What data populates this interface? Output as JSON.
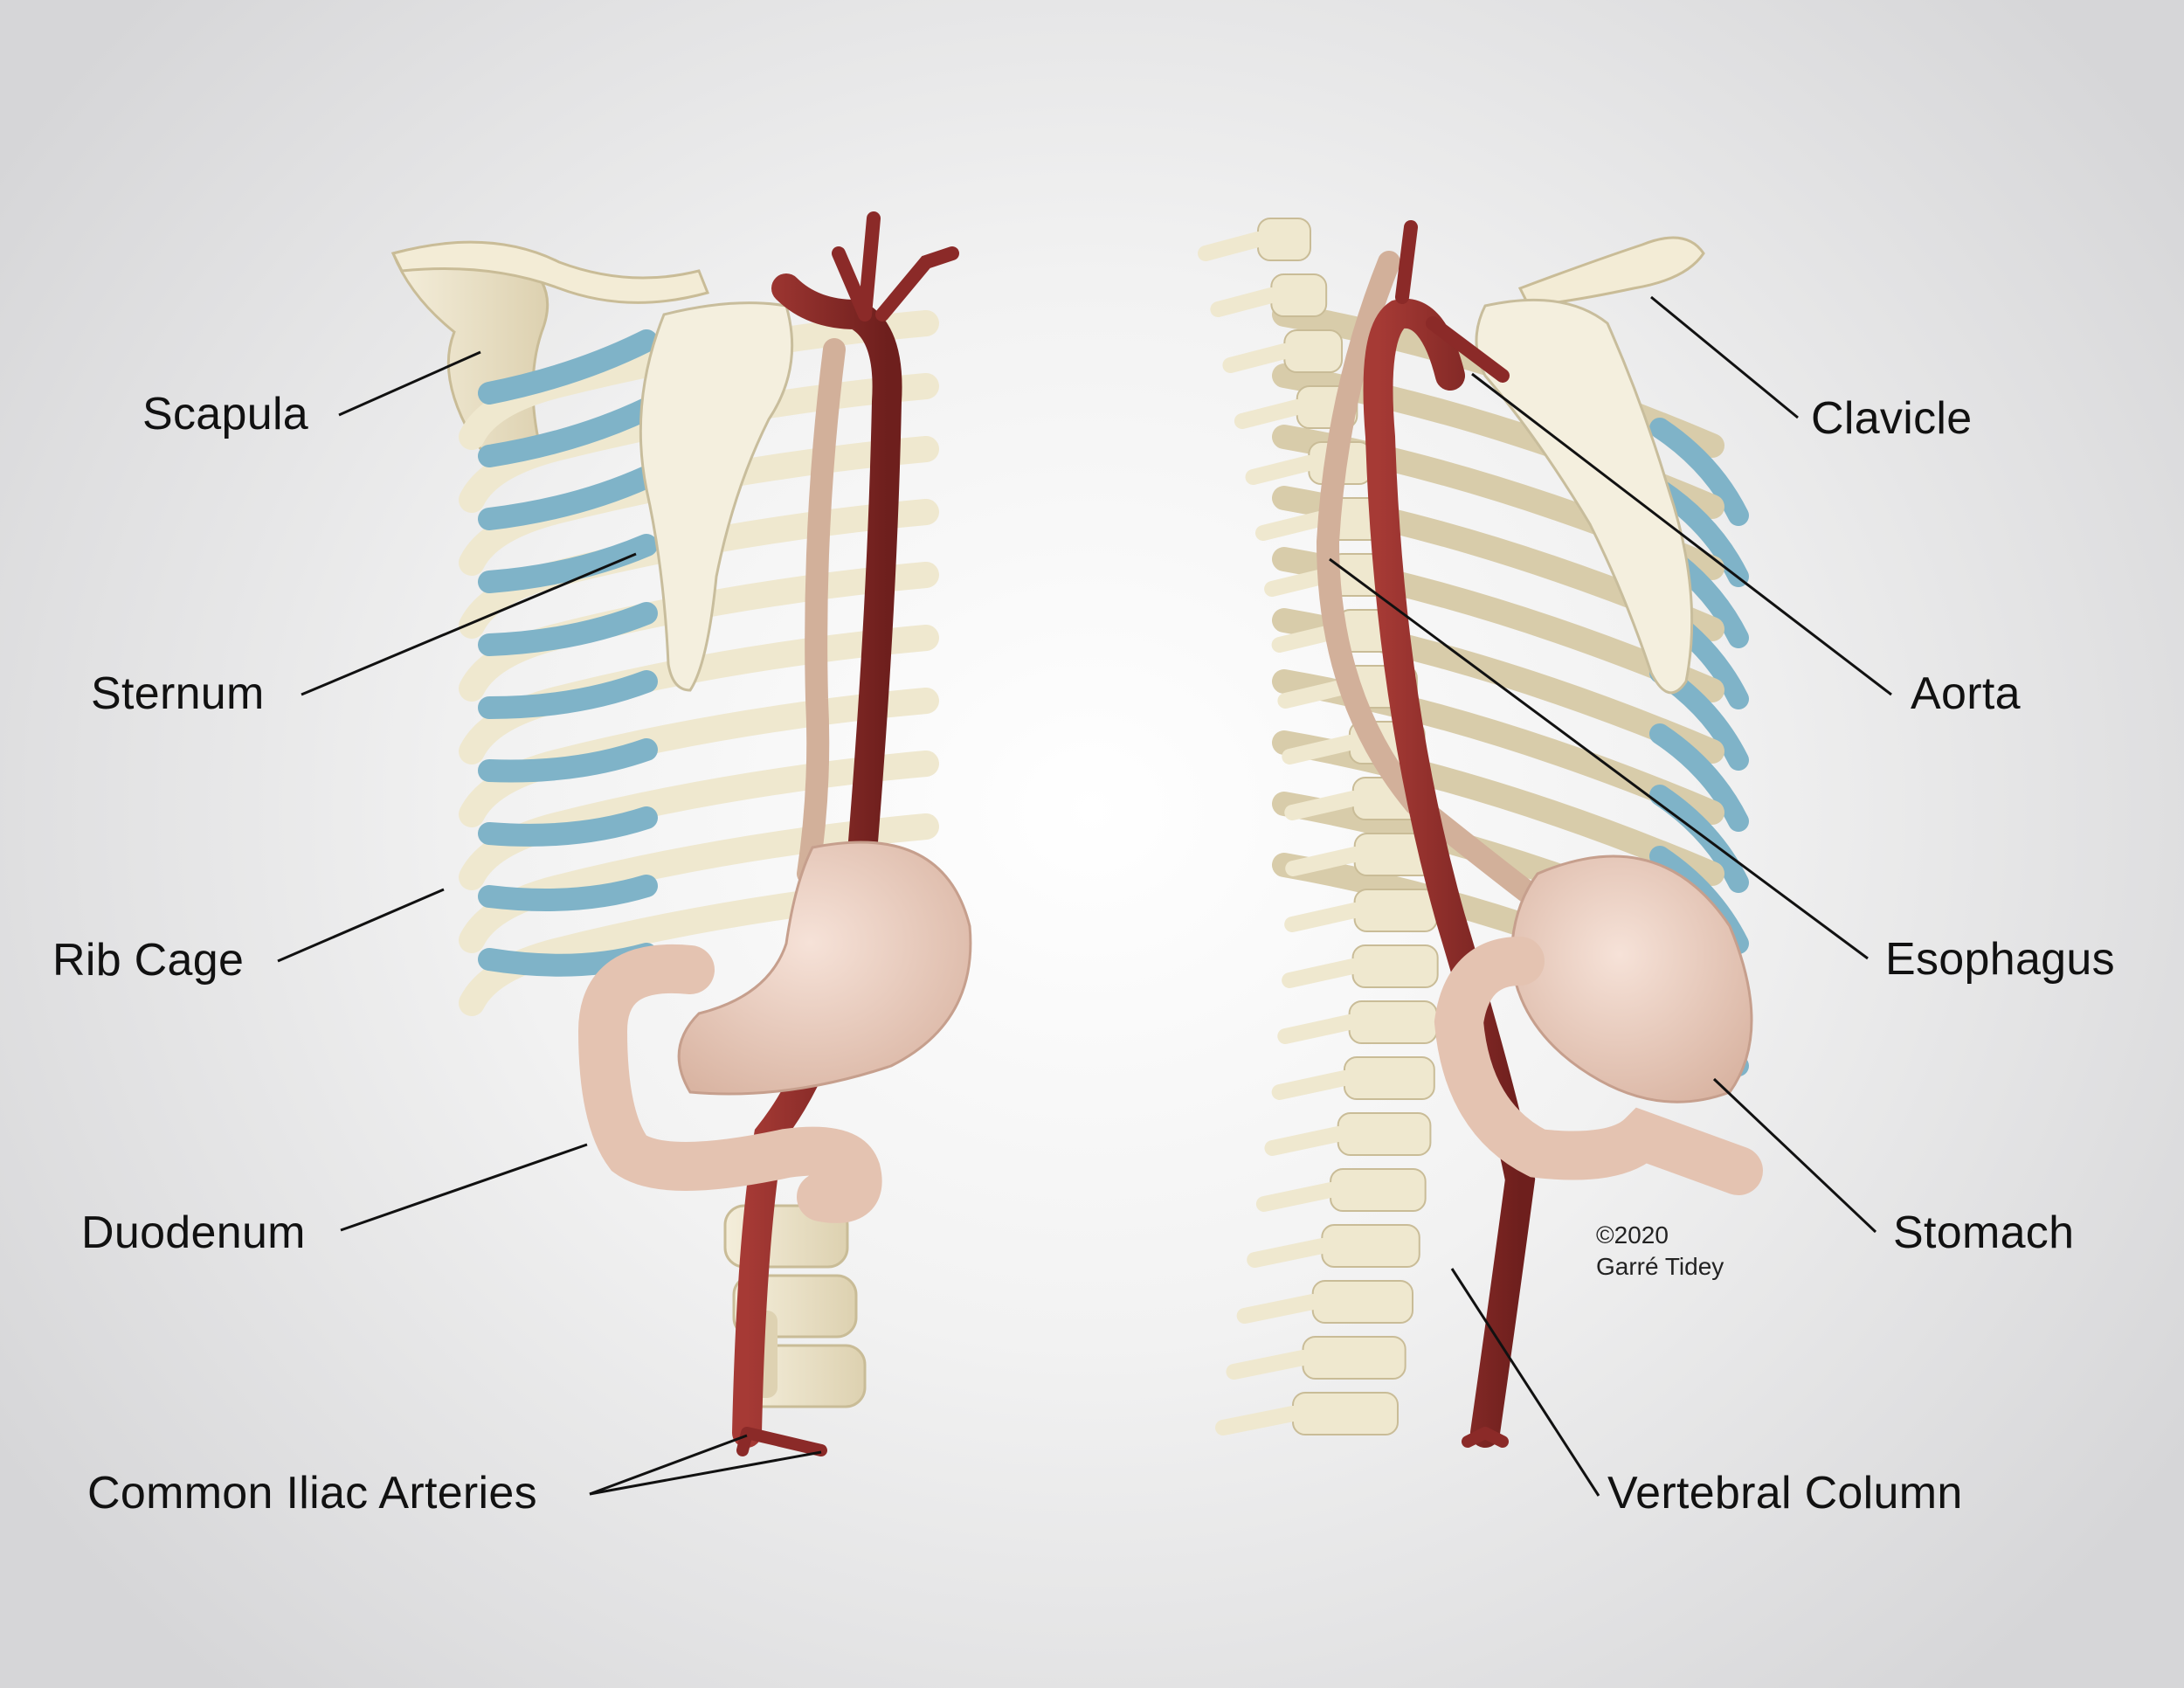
{
  "labels": {
    "scapula": "Scapula",
    "sternum": "Sternum",
    "rib_cage": "Rib Cage",
    "duodenum": "Duodenum",
    "common_iliac": "Common Iliac Arteries",
    "clavicle": "Clavicle",
    "aorta": "Aorta",
    "esophagus": "Esophagus",
    "stomach": "Stomach",
    "vertebral_column": "Vertebral Column"
  },
  "copyright": {
    "line1": "©2020",
    "line2": "Garré Tidey"
  },
  "colors": {
    "bone": "#efe8cf",
    "bone_shade": "#d8ccaa",
    "cartilage": "#7fb3c8",
    "aorta": "#8b2a28",
    "esophagus": "#d3b198",
    "stomach": "#eccfc0",
    "leader_line": "#111111"
  }
}
